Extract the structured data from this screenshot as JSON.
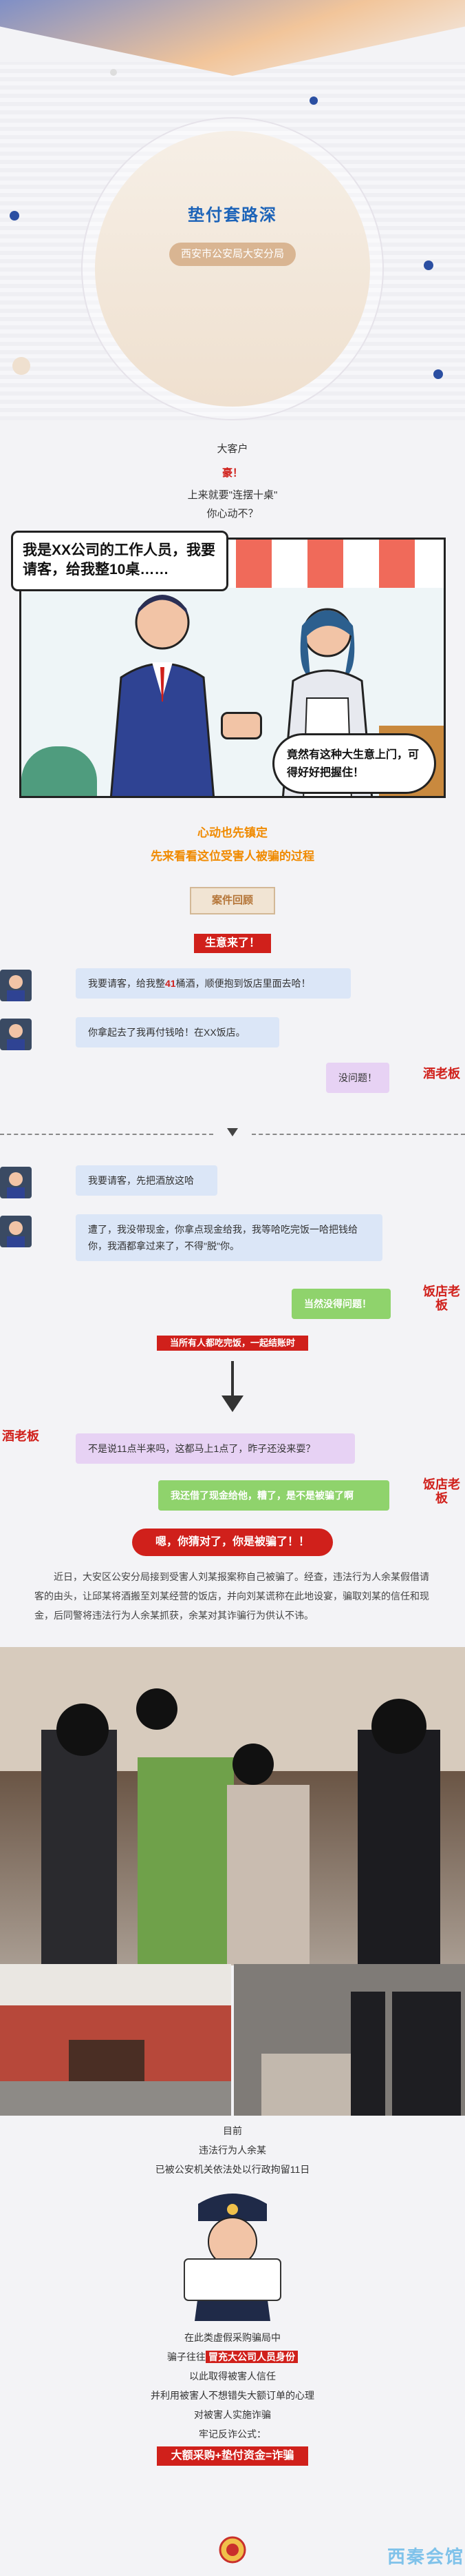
{
  "header": {
    "title": "垫付套路深",
    "subtitle": "西安市公安局大安分局"
  },
  "intro": {
    "line1": "大客户",
    "line2": "豪！",
    "line3": "上来就要\"连摆十桌\"",
    "line4": "你心动不？"
  },
  "illustration": {
    "man_speech": "我是XX公司的工作人员，我要请客，给我整10桌……",
    "woman_speech": "竟然有这种大生意上门，可得好好把握住！"
  },
  "section": {
    "line1": "心动也先镇定",
    "line2": "先来看看这位受害人被骗的过程",
    "case_tag": "案件回顾",
    "event_tag": "生意来了！"
  },
  "chat1": [
    {
      "side": "left",
      "style": "blue",
      "text_pre": "我要请客，给我整",
      "highlight": "41",
      "text_post": "桶酒，顺便抱到饭店里面去哈！"
    },
    {
      "side": "left",
      "style": "blue",
      "text": "你拿起去了我再付钱哈！在XX饭店。"
    },
    {
      "side": "right",
      "style": "purple",
      "text": "没问题！",
      "role": "酒老板"
    }
  ],
  "chat2": [
    {
      "side": "left",
      "style": "blue",
      "text": "我要请客，先把酒放这哈"
    },
    {
      "side": "left",
      "style": "blue",
      "text": "遭了，我没带现金，你拿点现金给我，我等哈吃完饭一哈把钱给你，我酒都拿过来了，不得\"脱\"你。"
    },
    {
      "side": "right",
      "style": "green",
      "text": "当然没得问题！",
      "role": "饭店老板"
    }
  ],
  "after_meal": "当所有人都吃完饭，一起结账时",
  "chat3": [
    {
      "side": "right",
      "style": "purple",
      "text": "不是说11点半来吗，这都马上1点了，昨子还没来耍？",
      "role": "酒老板"
    },
    {
      "side": "right",
      "style": "green",
      "text": "我还借了现金给他，糟了，是不是被骗了啊",
      "role": "饭店老板"
    }
  ],
  "conclusion": "嗯，你猜对了，你是被骗了！！",
  "paragraph": "近日，大安区公安分局接到受害人刘某报案称自己被骗了。经查，违法行为人余某假借请客的由头，让邱某将酒搬至刘某经营的饭店，并向刘某谎称在此地设宴，骗取刘某的信任和现金，后同警将违法行为人余某抓获，余某对其诈骗行为供认不讳。",
  "result": {
    "line1": "目前",
    "line2": "违法行为人余某",
    "line3": "已被公安机关依法处以行政拘留11日"
  },
  "summary": {
    "line1": "在此类虚假采购骗局中",
    "line2_pre": "骗子往往",
    "line2_hl": "冒充大公司人员身份",
    "line3": "以此取得被害人信任",
    "line4": "并利用被害人不想错失大额订单的心理",
    "line5": "对被害人实施诈骗",
    "line6": "牢记反诈公式：",
    "formula": "大额采购+垫付资金=诈骗"
  },
  "footer": {
    "brand": "西秦会馆"
  },
  "colors": {
    "accent_blue": "#1c63b8",
    "accent_red": "#d0201b",
    "accent_orange": "#f08a00",
    "tag_tan": "#d9b592"
  }
}
